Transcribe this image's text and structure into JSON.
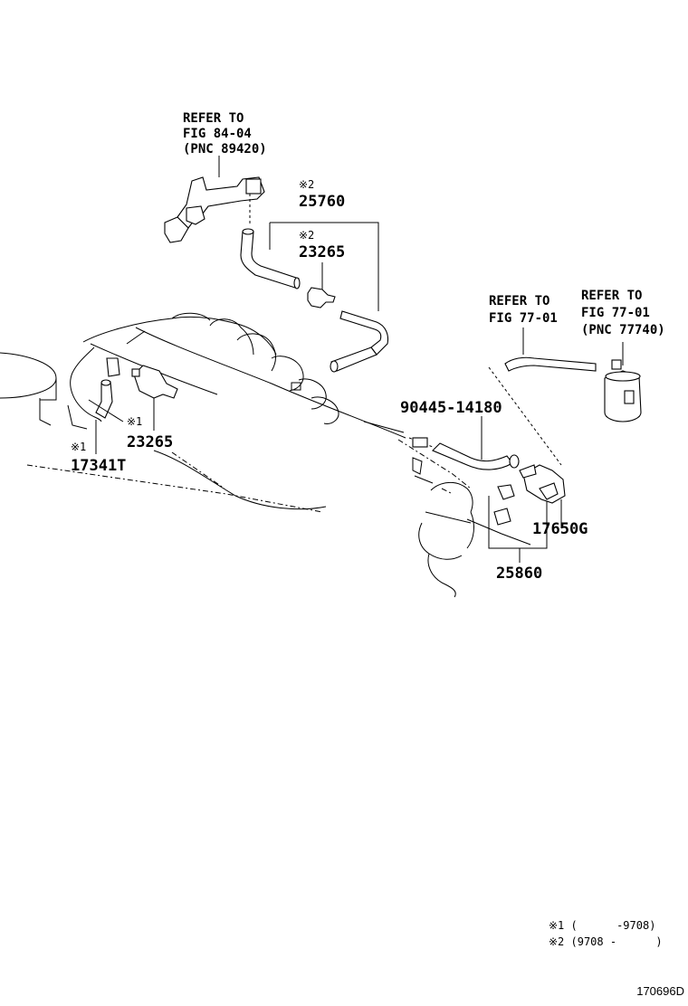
{
  "refer_to_84": {
    "line1": "REFER TO",
    "line2": "FIG 84-04",
    "line3": "(PNC 89420)"
  },
  "refer_to_77_left": {
    "line1": "REFER TO",
    "line2": "FIG 77-01"
  },
  "refer_to_77_right": {
    "line1": "REFER TO",
    "line2": "FIG 77-01",
    "line3": "(PNC 77740)"
  },
  "parts": {
    "p25760": {
      "mark": "※2",
      "number": "25760"
    },
    "p23265_upper": {
      "mark": "※2",
      "number": "23265"
    },
    "p23265_lower": {
      "mark": "※1",
      "number": "23265"
    },
    "p17341t": {
      "mark": "※1",
      "number": "17341T"
    },
    "p9044514180": {
      "number": "90445-14180"
    },
    "p17650g": {
      "number": "17650G"
    },
    "p25860": {
      "number": "25860"
    }
  },
  "notes": {
    "note1": "※1 (      -9708)",
    "note2": "※2 (9708 -      )"
  },
  "figure_code": "170696D"
}
